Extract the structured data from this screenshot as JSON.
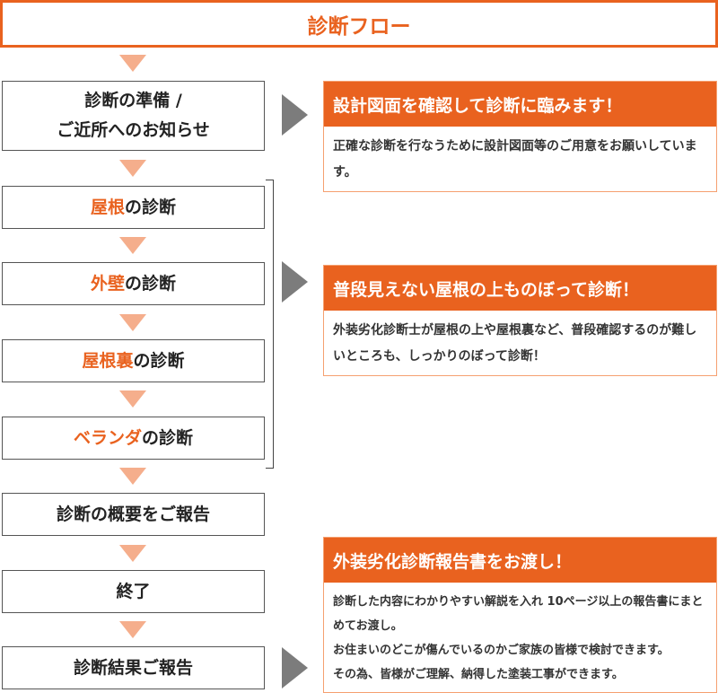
{
  "title": "診断フロー",
  "steps": [
    {
      "pre": "",
      "hl": "",
      "post": "診断の準備 /",
      "line2": "ご近所へのお知らせ"
    },
    {
      "hl": "屋根",
      "post": "の診断"
    },
    {
      "hl": "外壁",
      "post": "の診断"
    },
    {
      "hl": "屋根裏",
      "post": "の診断"
    },
    {
      "hl": "ベランダ",
      "post": "の診断"
    },
    {
      "hl": "",
      "post": "診断の概要をご報告"
    },
    {
      "hl": "",
      "post": "終了"
    },
    {
      "hl": "",
      "post": "診断結果ご報告"
    }
  ],
  "cards": [
    {
      "heading": "設計図面を確認して診断に臨みます！",
      "body": [
        "正確な診断を行なうために設計図面等のご用意をお願いしています。"
      ]
    },
    {
      "heading": "普段見えない屋根の上ものぼって診断！",
      "body": [
        "外装劣化診断士が屋根の上や屋根裏など、普段確認するのが難しいところも、しっかりのぼって診断！"
      ]
    },
    {
      "heading": "外装劣化診断報告書をお渡し！",
      "body": [
        "診断した内容にわかりやすい解説を入れ 10ページ以上の報告書にまとめてお渡し。",
        "お住まいのどこが傷んでいるのかご家族の皆様で検討できます。",
        "その為、皆様がご理解、納得した塗装工事ができます。"
      ]
    }
  ],
  "colors": {
    "accent": "#e9621f",
    "arrow": "#f5ae8c",
    "pointer": "#7c7c7c"
  }
}
